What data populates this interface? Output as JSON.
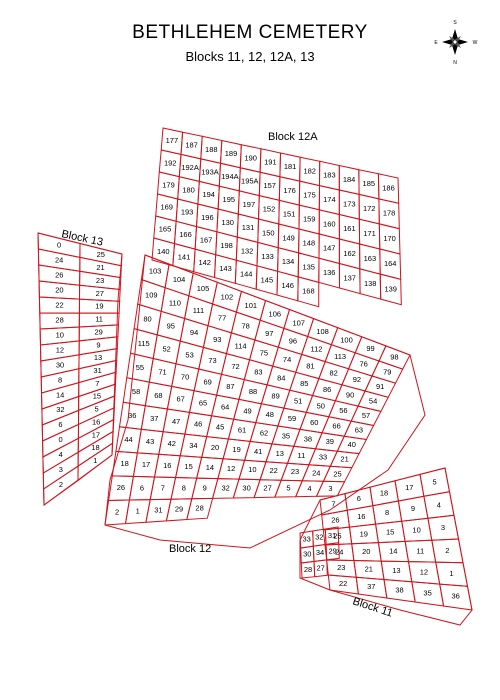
{
  "header": {
    "title": "BETHLEHEM CEMETERY",
    "subtitle": "Blocks 11, 12, 12A, 13"
  },
  "compass": {
    "north": "N",
    "south": "S",
    "east": "E",
    "west": "W",
    "icon": "compass-rose-icon"
  },
  "colors": {
    "lot_lines": "#d0141c",
    "text": "#000000"
  },
  "blocks": [
    {
      "label": "Block 12A",
      "lots": [
        "177",
        "187",
        "188",
        "189",
        "190",
        "191",
        "181",
        "182",
        "183",
        "184",
        "185",
        "186",
        "192",
        "192A",
        "193A",
        "194A",
        "195A",
        "157",
        "176",
        "175",
        "174",
        "173",
        "172",
        "178",
        "179",
        "180",
        "194",
        "195",
        "197",
        "152",
        "151",
        "159",
        "160",
        "161",
        "171",
        "170",
        "169",
        "193",
        "196",
        "130",
        "131",
        "150",
        "149",
        "148",
        "147",
        "162",
        "163",
        "164",
        "165",
        "166",
        "167",
        "198",
        "132",
        "133",
        "134",
        "135",
        "136",
        "137",
        "138",
        "139",
        "140",
        "141",
        "142",
        "143",
        "144",
        "145",
        "146",
        "168"
      ]
    },
    {
      "label": "Block 13",
      "lots": [
        "0",
        "25",
        "24",
        "21",
        "26",
        "23",
        "20",
        "27",
        "22",
        "19",
        "28",
        "11",
        "10",
        "29",
        "12",
        "9",
        "30",
        "13",
        "8",
        "31",
        "14",
        "7",
        "32",
        "15",
        "6",
        "5",
        "0",
        "16",
        "4",
        "17",
        "3",
        "18",
        "2",
        "1"
      ]
    },
    {
      "label": "Block 12",
      "lots": [
        "103",
        "104",
        "105",
        "102",
        "101",
        "106",
        "107",
        "108",
        "100",
        "99",
        "98",
        "109",
        "110",
        "111",
        "77",
        "78",
        "97",
        "96",
        "112",
        "113",
        "76",
        "79",
        "80",
        "95",
        "94",
        "93",
        "114",
        "75",
        "74",
        "81",
        "82",
        "92",
        "91",
        "115",
        "52",
        "53",
        "73",
        "72",
        "83",
        "84",
        "85",
        "86",
        "90",
        "54",
        "55",
        "71",
        "70",
        "69",
        "87",
        "88",
        "89",
        "51",
        "50",
        "56",
        "57",
        "58",
        "68",
        "67",
        "65",
        "64",
        "49",
        "48",
        "59",
        "60",
        "66",
        "63",
        "36",
        "37",
        "47",
        "46",
        "45",
        "61",
        "62",
        "35",
        "38",
        "39",
        "40",
        "44",
        "43",
        "42",
        "34",
        "20",
        "19",
        "41",
        "13",
        "11",
        "33",
        "21",
        "18",
        "17",
        "16",
        "15",
        "14",
        "12",
        "10",
        "22",
        "23",
        "24",
        "25",
        "26",
        "6",
        "7",
        "8",
        "9",
        "32",
        "30",
        "27",
        "5",
        "4",
        "3",
        "2",
        "1",
        "31",
        "29",
        "28"
      ]
    },
    {
      "label": "Block 11",
      "lots": [
        "7",
        "6",
        "18",
        "17",
        "5",
        "26",
        "16",
        "8",
        "9",
        "4",
        "25",
        "19",
        "15",
        "10",
        "3",
        "24",
        "20",
        "14",
        "11",
        "2",
        "23",
        "21",
        "13",
        "12",
        "1",
        "22",
        "37",
        "38",
        "35",
        "36",
        "33",
        "32",
        "31",
        "30",
        "34",
        "29",
        "28",
        "27"
      ]
    }
  ]
}
